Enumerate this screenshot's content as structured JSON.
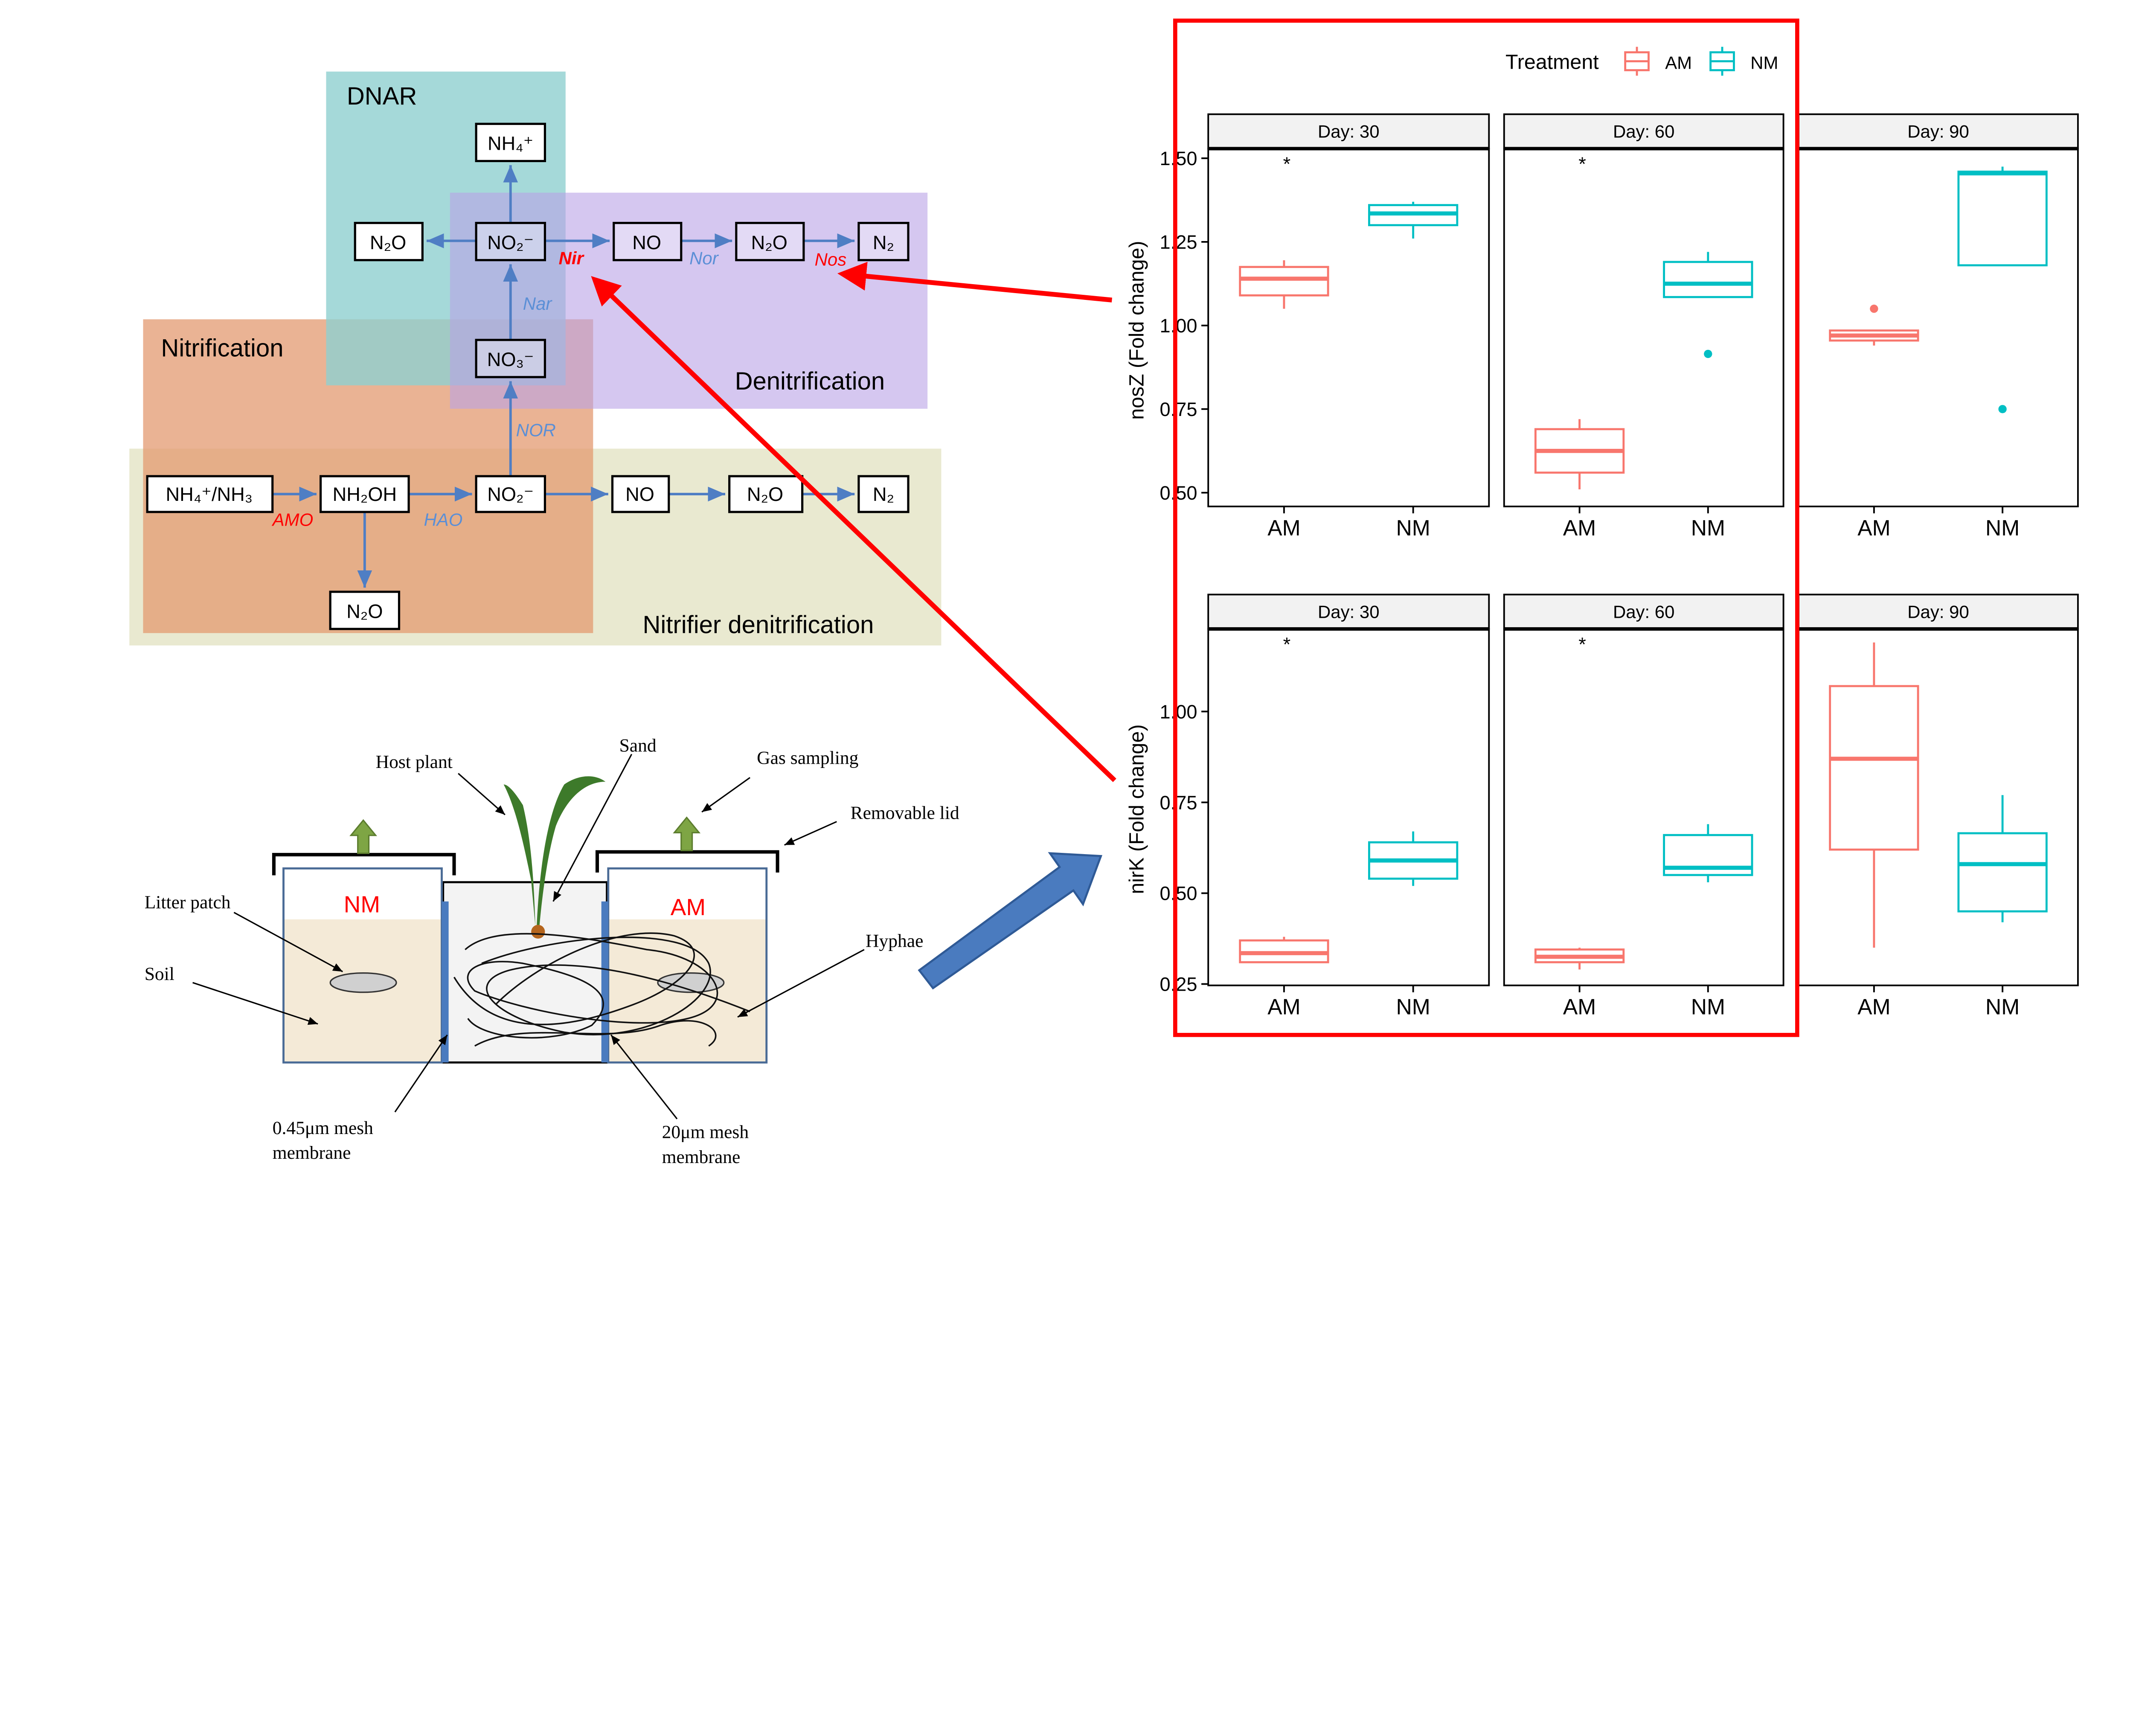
{
  "pathway": {
    "regions": {
      "dnar": "DNAR",
      "nitrification": "Nitrification",
      "denitrification": "Denitrification",
      "nitrifier_denitrification": "Nitrifier denitrification"
    },
    "nodes": {
      "nh4_top": "NH₄⁺",
      "n2o_left": "N₂O",
      "no2_top": "NO₂⁻",
      "no_top": "NO",
      "n2o_top": "N₂O",
      "n2_top": "N₂",
      "no3": "NO₃⁻",
      "nh4_nh3": "NH₄⁺/NH₃",
      "nh2oh": "NH₂OH",
      "no2_bottom": "NO₂⁻",
      "no_bottom": "NO",
      "n2o_bottom": "N₂O",
      "n2_bottom": "N₂",
      "n2o_low": "N₂O"
    },
    "enzymes": {
      "nir": "Nir",
      "nor_top": "Nor",
      "nos": "Nos",
      "nar": "Nar",
      "nor_caps": "NOR",
      "amo": "AMO",
      "hao": "HAO"
    },
    "colors": {
      "dnar": "#8fcfcf",
      "denitrification": "#c9b6ea",
      "nitrification": "#e9a27e",
      "nitrifier_denitrification": "#e7e7cb",
      "arrow": "#4f7ec4",
      "enzyme_red": "#ff0000",
      "enzyme_blue": "#5b8fd6"
    }
  },
  "setup": {
    "labels": {
      "host_plant": "Host plant",
      "sand": "Sand",
      "gas_sampling": "Gas sampling",
      "removable_lid": "Removable lid",
      "litter_patch": "Litter patch",
      "soil": "Soil",
      "hyphae": "Hyphae",
      "mesh_045_1": "0.45μm mesh",
      "mesh_045_2": "membrane",
      "mesh_20_1": "20μm mesh",
      "mesh_20_2": "membrane"
    },
    "compartments": {
      "left": "NM",
      "right": "AM"
    }
  },
  "chart_data": [
    {
      "type": "boxplot",
      "ylabel": "nosZ (Fold change)",
      "yticks": [
        "0.50",
        "0.75",
        "1.00",
        "1.25",
        "1.50"
      ],
      "ylim": [
        0.46,
        1.53
      ],
      "legend": {
        "title": "Treatment",
        "entries": [
          "AM",
          "NM"
        ],
        "position": "top"
      },
      "colors": {
        "AM": "#f8766d",
        "NM": "#00bfc4"
      },
      "panels": [
        {
          "strip": "Day: 30",
          "annotation": "*",
          "categories": [
            "AM",
            "NM"
          ],
          "boxes": [
            {
              "group": "AM",
              "min": 1.05,
              "q1": 1.09,
              "median": 1.14,
              "q3": 1.175,
              "max": 1.195,
              "outliers": []
            },
            {
              "group": "NM",
              "min": 1.26,
              "q1": 1.3,
              "median": 1.335,
              "q3": 1.36,
              "max": 1.37,
              "outliers": []
            }
          ]
        },
        {
          "strip": "Day: 60",
          "annotation": "*",
          "categories": [
            "AM",
            "NM"
          ],
          "boxes": [
            {
              "group": "AM",
              "min": 0.51,
              "q1": 0.56,
              "median": 0.625,
              "q3": 0.69,
              "max": 0.72,
              "outliers": []
            },
            {
              "group": "NM",
              "min": 1.085,
              "q1": 1.085,
              "median": 1.125,
              "q3": 1.19,
              "max": 1.22,
              "outliers": [
                0.915
              ]
            }
          ]
        },
        {
          "strip": "Day: 90",
          "annotation": "",
          "categories": [
            "AM",
            "NM"
          ],
          "boxes": [
            {
              "group": "AM",
              "min": 0.94,
              "q1": 0.955,
              "median": 0.97,
              "q3": 0.985,
              "max": 0.985,
              "outliers": [
                1.05
              ]
            },
            {
              "group": "NM",
              "min": 1.18,
              "q1": 1.18,
              "median": 1.455,
              "q3": 1.46,
              "max": 1.475,
              "outliers": [
                0.75
              ]
            }
          ]
        }
      ]
    },
    {
      "type": "boxplot",
      "ylabel": "nirK (Fold change)",
      "yticks": [
        "0.25",
        "0.50",
        "0.75",
        "1.00"
      ],
      "ylim": [
        0.25,
        1.23
      ],
      "colors": {
        "AM": "#f8766d",
        "NM": "#00bfc4"
      },
      "panels": [
        {
          "strip": "Day: 30",
          "annotation": "*",
          "categories": [
            "AM",
            "NM"
          ],
          "boxes": [
            {
              "group": "AM",
              "min": 0.31,
              "q1": 0.31,
              "median": 0.335,
              "q3": 0.37,
              "max": 0.38,
              "outliers": []
            },
            {
              "group": "NM",
              "min": 0.52,
              "q1": 0.54,
              "median": 0.59,
              "q3": 0.64,
              "max": 0.67,
              "outliers": []
            }
          ]
        },
        {
          "strip": "Day: 60",
          "annotation": "*",
          "categories": [
            "AM",
            "NM"
          ],
          "boxes": [
            {
              "group": "AM",
              "min": 0.29,
              "q1": 0.31,
              "median": 0.325,
              "q3": 0.345,
              "max": 0.35,
              "outliers": []
            },
            {
              "group": "NM",
              "min": 0.53,
              "q1": 0.55,
              "median": 0.57,
              "q3": 0.66,
              "max": 0.69,
              "outliers": []
            }
          ]
        },
        {
          "strip": "Day: 90",
          "annotation": "",
          "categories": [
            "AM",
            "NM"
          ],
          "boxes": [
            {
              "group": "AM",
              "min": 0.35,
              "q1": 0.62,
              "median": 0.87,
              "q3": 1.07,
              "max": 1.19,
              "outliers": []
            },
            {
              "group": "NM",
              "min": 0.42,
              "q1": 0.45,
              "median": 0.58,
              "q3": 0.665,
              "max": 0.77,
              "outliers": []
            }
          ]
        }
      ]
    }
  ],
  "highlight": {
    "frame_color": "#ff0000",
    "pointer_arrow_color": "#4a7bbf"
  }
}
